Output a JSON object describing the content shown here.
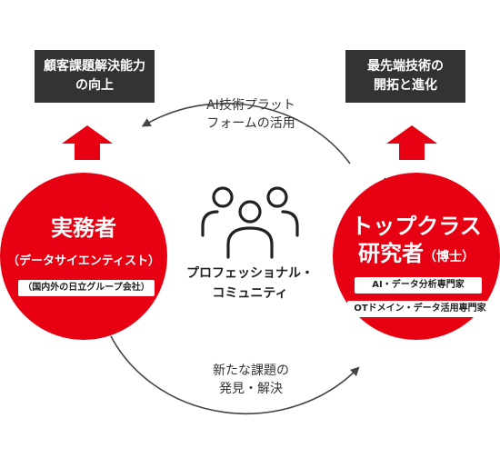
{
  "top_left_box": {
    "line1": "顧客課題解決能力",
    "line2": "の向上"
  },
  "top_right_box": {
    "line1": "最先端技術の",
    "line2": "開拓と進化"
  },
  "top_arc_label": {
    "line1": "AI技術プラット",
    "line2": "フォームの活用"
  },
  "bottom_arc_label": {
    "line1": "新たな課題の",
    "line2": "発見・解決"
  },
  "left_circle": {
    "title": "実務者",
    "subtitle": "（データサイエンティスト）",
    "pill": "（国内外の日立グループ会社）"
  },
  "right_circle": {
    "title_line1": "トップクラス",
    "title_line2": "研究者",
    "title_suffix": "（博士）",
    "pill1": "AI・データ分析専門家",
    "pill2": "OTドメイン・データ活用専門家"
  },
  "center": {
    "line1": "プロフェッショナル・",
    "line2": "コミュニティ",
    "icon": "people-group-icon"
  },
  "colors": {
    "accent": "#e60012",
    "dark": "#333333",
    "ring": "#444444"
  }
}
